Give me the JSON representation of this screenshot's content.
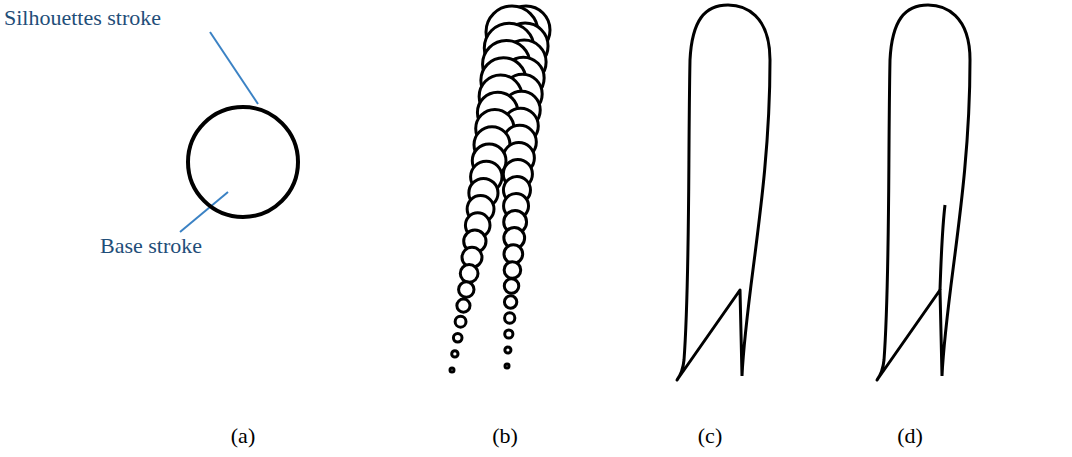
{
  "diagram": {
    "labels": [
      "Silhouettes stroke",
      "Base stroke",
      "(a)",
      "(b)",
      "(c)",
      "(d)"
    ]
  }
}
